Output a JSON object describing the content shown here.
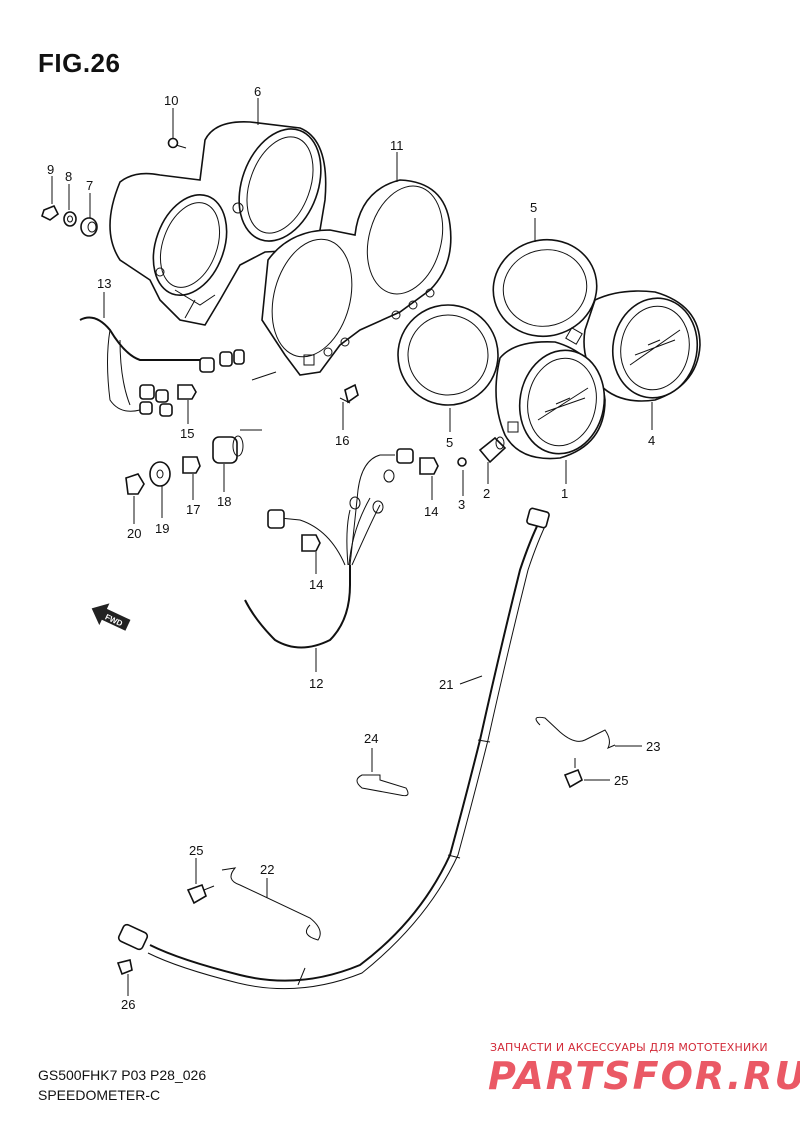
{
  "figure": {
    "title": "FIG.26",
    "model_code": "GS500FHK7 P03 P28_026",
    "section_name": "SPEEDOMETER-C"
  },
  "callouts": [
    "1",
    "2",
    "3",
    "4",
    "5",
    "5",
    "6",
    "7",
    "8",
    "9",
    "10",
    "11",
    "12",
    "13",
    "14",
    "14",
    "15",
    "16",
    "17",
    "18",
    "19",
    "20",
    "21",
    "22",
    "23",
    "24",
    "25",
    "25",
    "26"
  ],
  "direction_marker": {
    "label": "FWD"
  },
  "watermark": {
    "tagline": "ЗАПЧАСТИ И АКСЕССУАРЫ ДЛЯ МОТОТЕХНИКИ",
    "logo": "PARTSFOR.RU",
    "color": "#e52b3b"
  },
  "colors": {
    "line": "#111111",
    "background": "#ffffff"
  }
}
